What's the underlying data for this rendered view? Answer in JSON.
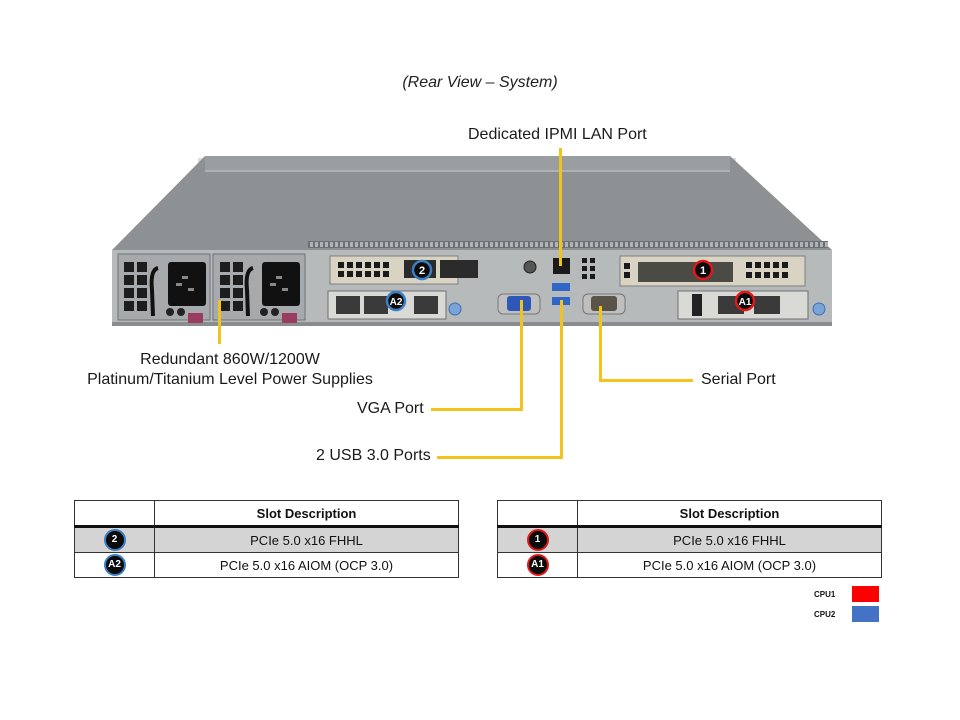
{
  "title": "(Rear View – System)",
  "callouts": {
    "ipmi": "Dedicated IPMI  LAN Port",
    "psu_line1": "Redundant  860W/1200W",
    "psu_line2": "Platinum/Titanium  Level Power Supplies",
    "vga": "VGA Port",
    "usb": "2 USB 3.0 Ports",
    "serial": "Serial Port"
  },
  "chassis_badges": {
    "slot2": "2",
    "slotA2": "A2",
    "slot1": "1",
    "slotA1": "A1"
  },
  "tables": {
    "left": {
      "header": "Slot Description",
      "rows": [
        {
          "badge": "2",
          "cpu": "CPU2",
          "description": "PCIe  5.0  x16 FHHL"
        },
        {
          "badge": "A2",
          "cpu": "CPU2",
          "description": "PCIe  5.0  x16  AIOM  (OCP  3.0)"
        }
      ]
    },
    "right": {
      "header": "Slot Description",
      "rows": [
        {
          "badge": "1",
          "cpu": "CPU1",
          "description": "PCIe  5.0  x16 FHHL"
        },
        {
          "badge": "A1",
          "cpu": "CPU1",
          "description": "PCIe  5.0  x16  AIOM  (OCP  3.0)"
        }
      ]
    }
  },
  "legend": [
    {
      "label": "CPU1",
      "color": "#ff0000"
    },
    {
      "label": "CPU2",
      "color": "#4472c4"
    }
  ],
  "colors": {
    "callout_line": "#f2c31b",
    "cpu1_ring": "#e01818",
    "cpu2_ring": "#3b7fc4"
  }
}
